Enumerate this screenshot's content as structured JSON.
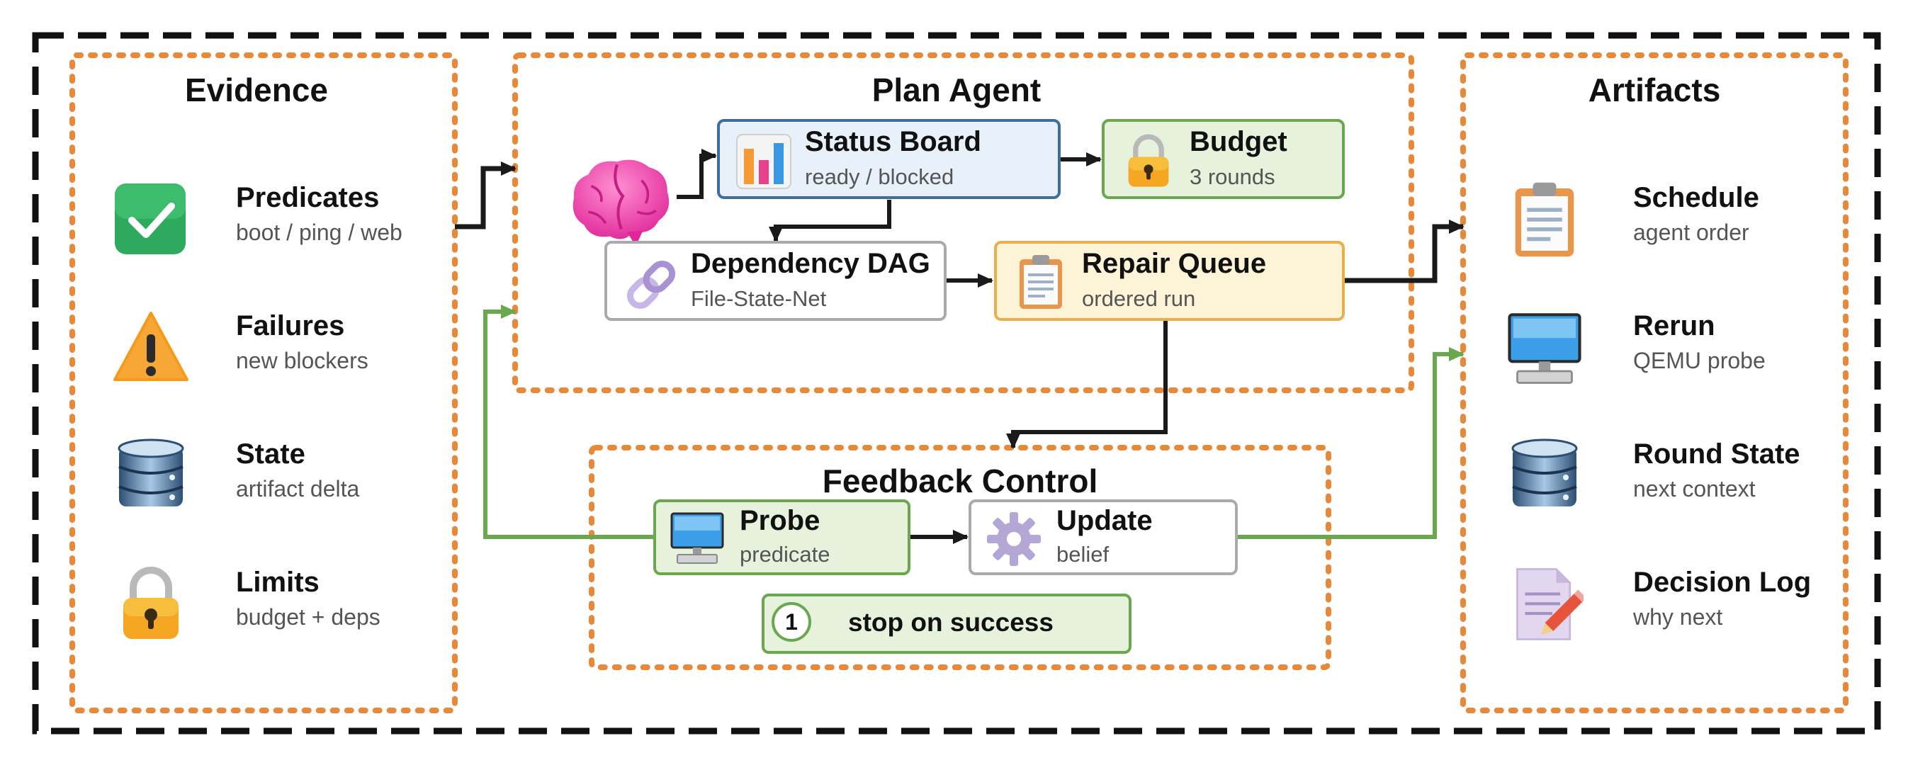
{
  "panels": {
    "evidence": {
      "title": "Evidence",
      "items": [
        {
          "label": "Predicates",
          "sub": "boot / ping / web",
          "icon": "check-icon"
        },
        {
          "label": "Failures",
          "sub": "new blockers",
          "icon": "warning-icon"
        },
        {
          "label": "State",
          "sub": "artifact delta",
          "icon": "database-icon"
        },
        {
          "label": "Limits",
          "sub": "budget + deps",
          "icon": "lock-icon"
        }
      ]
    },
    "plan_agent": {
      "title": "Plan Agent",
      "brain_icon": "brain-icon",
      "nodes": {
        "status_board": {
          "label": "Status Board",
          "sub": "ready / blocked",
          "icon": "bar-chart-icon"
        },
        "budget": {
          "label": "Budget",
          "sub": "3 rounds",
          "icon": "lock-icon"
        },
        "dependency_dag": {
          "label": "Dependency DAG",
          "sub": "File-State-Net",
          "icon": "link-icon"
        },
        "repair_queue": {
          "label": "Repair Queue",
          "sub": "ordered run",
          "icon": "clipboard-icon"
        }
      }
    },
    "feedback": {
      "title": "Feedback Control",
      "nodes": {
        "probe": {
          "label": "Probe",
          "sub": "predicate",
          "icon": "monitor-icon"
        },
        "update": {
          "label": "Update",
          "sub": "belief",
          "icon": "gear-icon"
        },
        "stop": {
          "badge": "1",
          "label": "stop on success"
        }
      }
    },
    "artifacts": {
      "title": "Artifacts",
      "items": [
        {
          "label": "Schedule",
          "sub": "agent order",
          "icon": "clipboard-icon"
        },
        {
          "label": "Rerun",
          "sub": "QEMU probe",
          "icon": "monitor-icon"
        },
        {
          "label": "Round State",
          "sub": "next context",
          "icon": "database-icon"
        },
        {
          "label": "Decision Log",
          "sub": "why next",
          "icon": "document-pen-icon"
        }
      ]
    }
  },
  "colors": {
    "outer_border": "#111111",
    "panel_border": "#e8893a",
    "arrow_dark": "#1a1a1a",
    "arrow_green": "#6aa84f",
    "blue_node_fill": "#e8f0fa",
    "blue_node_border": "#3c6e9e",
    "green_node_fill": "#e6f2dc",
    "green_node_border": "#6aa84f",
    "yellow_node_fill": "#fdf4d8",
    "yellow_node_border": "#e8b04a",
    "gray_node_border": "#aaaaaa"
  }
}
